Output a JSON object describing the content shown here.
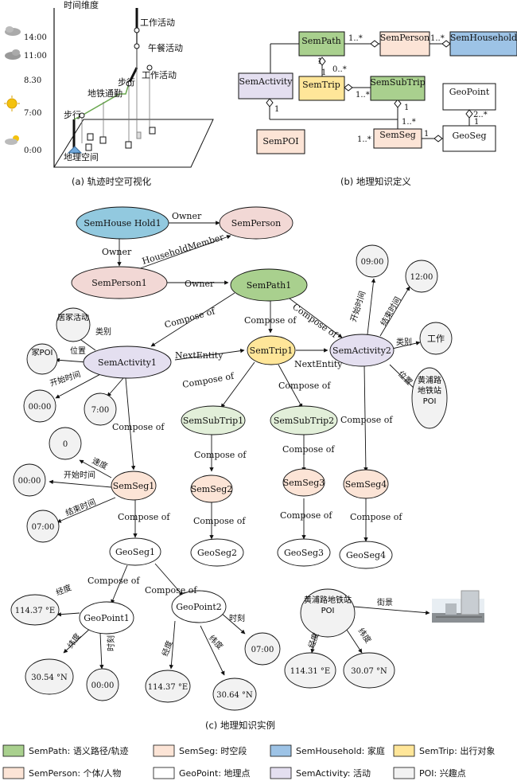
{
  "panel_a": {
    "caption": "(a) 轨迹时空可视化",
    "axis_label": "时间维度",
    "times": [
      "14:00",
      "11:00",
      "8.30",
      "7:00",
      "0:00"
    ],
    "labels": {
      "work1": "工作活动",
      "lunch": "午餐活动",
      "walk2": "步行",
      "work2": "工作活动",
      "metro": "地铁通勤",
      "walk1": "步行",
      "space": "地理空间"
    }
  },
  "panel_b": {
    "caption": "(b) 地理知识定义",
    "boxes": {
      "path": "SemPath",
      "person": "SemPerson",
      "household": "SemHousehold",
      "activity": "SemActivity",
      "trip": "SemTrip",
      "subtrip": "SemSubTrip",
      "geopoint": "GeoPoint",
      "poi": "SemPOI",
      "seg": "SemSeg",
      "geoseg": "GeoSeg"
    },
    "mult": {
      "m1": "1..*",
      "m2": "1..*",
      "m3": "1",
      "m4": "0..*",
      "m5": "1..*",
      "m6": "1",
      "m7": "1",
      "m8": "1..*",
      "m9": "1..*",
      "m10": "1",
      "m11": "2..*",
      "m12": "1",
      "m13": "1"
    }
  },
  "panel_c": {
    "caption": "(c) 地理知识实例",
    "nodes": {
      "household1": "SemHouse Hold1",
      "person": "SemPerson",
      "person1": "SemPerson1",
      "path1": "SemPath1",
      "jujia": "居家活动",
      "jiapoi": "家POI",
      "act1": "SemActivity1",
      "t0000a": "00:00",
      "t700": "7:00",
      "trip1": "SemTrip1",
      "act2": "SemActivity2",
      "t0900": "09:00",
      "t1200": "12:00",
      "gongzuo": "工作",
      "hpmetro": "黄浦路地铁站POI",
      "subtrip1": "SemSubTrip1",
      "subtrip2": "SemSubTrip2",
      "seg1": "SemSeg1",
      "seg2": "SemSeg2",
      "seg3": "SemSeg3",
      "seg4": "SemSeg4",
      "zero": "0",
      "t0000b": "00:00",
      "t0700a": "07:00",
      "geoseg1": "GeoSeg1",
      "geoseg2": "GeoSeg2",
      "geoseg3": "GeoSeg3",
      "geoseg4": "GeoSeg4",
      "gp1": "GeoPoint1",
      "gp2": "GeoPoint2",
      "lon1": "114.37 °E",
      "lat1": "30.54 °N",
      "t0000c": "00:00",
      "lon2": "114.37 °E",
      "lat2": "30.64 °N",
      "t0700b": "07:00",
      "hpmetro2": "黄浦路地铁站POI",
      "lon3": "114.31 °E",
      "lat3": "30.07 °N"
    },
    "edges": {
      "owner": "Owner",
      "owner2": "Owner",
      "owner3": "Owner",
      "member": "HouseholdMember",
      "compose": "Compose of",
      "nextentity": "NextEntity",
      "leibie": "类别",
      "weizhi": "位置",
      "kaishi": "开始时间",
      "jieshu": "结束时间",
      "sudu": "速度",
      "jingdu": "经度",
      "weidu": "纬度",
      "shike": "时刻",
      "jiejing": "街景"
    }
  },
  "legend": [
    {
      "label": "SemPath: 语义路径/轨迹",
      "color": "#a9d08e"
    },
    {
      "label": "SemSeg: 时空段",
      "color": "#fce4d6"
    },
    {
      "label": "SemHousehold: 家庭",
      "color": "#9dc3e6"
    },
    {
      "label": "SemTrip: 出行对象",
      "color": "#ffe699"
    },
    {
      "label": "SemPerson: 个体/人物",
      "color": "#fce4d6"
    },
    {
      "label": "GeoPoint: 地理点",
      "color": "#ffffff"
    },
    {
      "label": "SemActivity: 活动",
      "color": "#e4dff0"
    },
    {
      "label": "POI: 兴趣点",
      "color": "#f2f2f2"
    }
  ]
}
